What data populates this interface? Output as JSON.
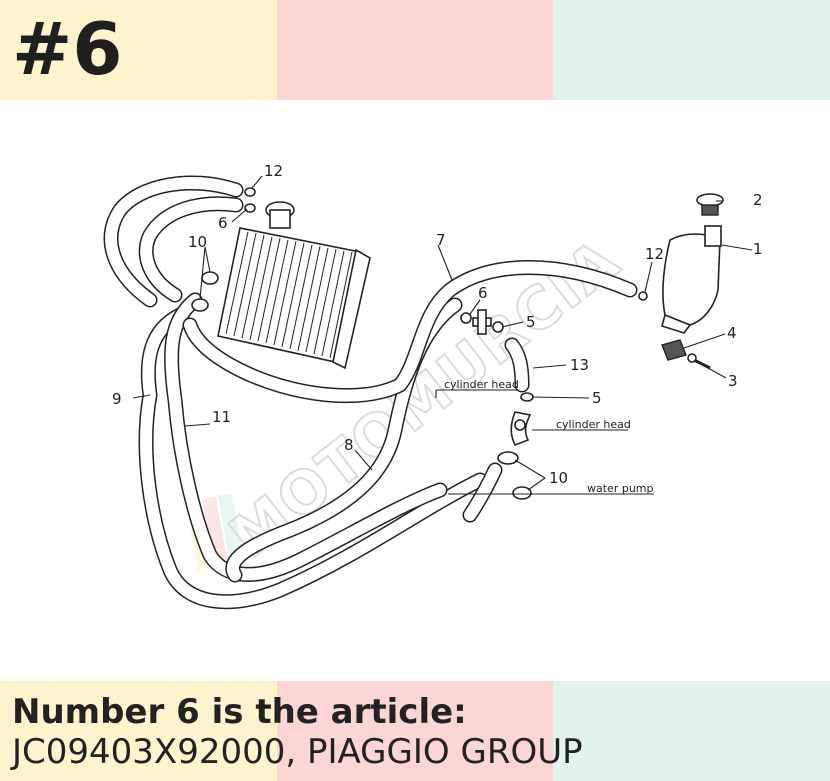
{
  "badge": "#6",
  "caption": {
    "line1": "Number 6 is the article:",
    "line2": "JC09403X92000, PIAGGIO GROUP"
  },
  "watermark": "MOTOMURCIA",
  "colors": {
    "band_yellow": "#fdf3cc",
    "band_pink": "#fcd5d5",
    "band_green": "#e2f2ec",
    "line": "#222222"
  },
  "diagram": {
    "callouts": {
      "c1": "1",
      "c2": "2",
      "c3": "3",
      "c4": "4",
      "c5a": "5",
      "c5b": "5",
      "c6a": "6",
      "c6b": "6",
      "c7": "7",
      "c8": "8",
      "c9": "9",
      "c10a": "10",
      "c10b": "10",
      "c11": "11",
      "c12a": "12",
      "c12b": "12",
      "c13": "13"
    },
    "labels": {
      "cylinder_head_1": "cylinder head",
      "cylinder_head_2": "cylinder head",
      "water_pump": "water pump"
    }
  }
}
